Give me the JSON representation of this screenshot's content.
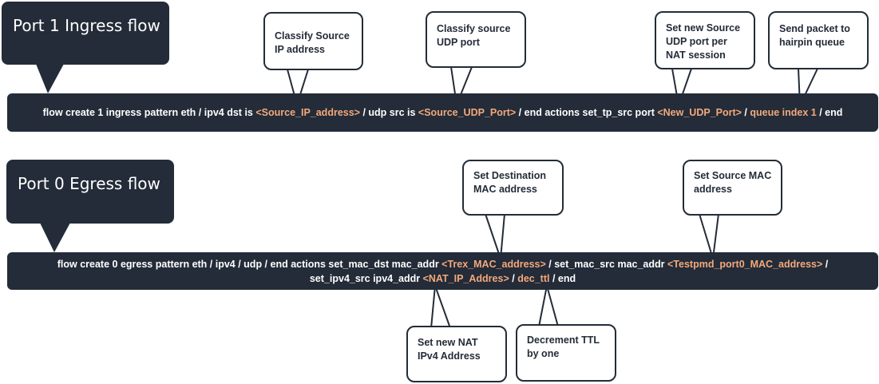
{
  "ingress": {
    "title": "Port 1 Ingress flow",
    "command": {
      "segments": [
        {
          "text": "flow create 1  ingress pattern eth / ipv4 dst is ",
          "highlight": false
        },
        {
          "text": "<Source_IP_address>",
          "highlight": true
        },
        {
          "text": " / udp src is ",
          "highlight": false
        },
        {
          "text": "<Source_UDP_Port>",
          "highlight": true
        },
        {
          "text": " / end actions set_tp_src port ",
          "highlight": false
        },
        {
          "text": "<New_UDP_Port>",
          "highlight": true
        },
        {
          "text": "  / ",
          "highlight": false
        },
        {
          "text": "queue index 1",
          "highlight": true
        },
        {
          "text": " / end",
          "highlight": false
        }
      ]
    },
    "callouts": [
      {
        "lines": [
          "Classify Source",
          "IP address"
        ]
      },
      {
        "lines": [
          "Classify source",
          "UDP port"
        ]
      },
      {
        "lines": [
          "Set new Source",
          "UDP port per",
          "NAT session"
        ]
      },
      {
        "lines": [
          "Send packet to",
          "hairpin queue"
        ]
      }
    ]
  },
  "egress": {
    "title": "Port 0 Egress flow",
    "command": {
      "line1": [
        {
          "text": "flow create 0 egress pattern eth / ipv4 / udp / end actions set_mac_dst mac_addr ",
          "highlight": false
        },
        {
          "text": "<Trex_MAC_address>",
          "highlight": true
        },
        {
          "text": " / set_mac_src mac_addr ",
          "highlight": false
        },
        {
          "text": "<Testpmd_port0_MAC_address>",
          "highlight": true
        },
        {
          "text": "  /",
          "highlight": false
        }
      ],
      "line2": [
        {
          "text": "set_ipv4_src ipv4_addr ",
          "highlight": false
        },
        {
          "text": "<NAT_IP_Addres>",
          "highlight": true
        },
        {
          "text": " / ",
          "highlight": false
        },
        {
          "text": "dec_ttl",
          "highlight": true
        },
        {
          "text": " / end",
          "highlight": false
        }
      ]
    },
    "callouts": [
      {
        "lines": [
          "Set Destination",
          "MAC address"
        ]
      },
      {
        "lines": [
          "Set Source MAC",
          "address"
        ]
      },
      {
        "lines": [
          "Set new NAT",
          "IPv4 Address"
        ]
      },
      {
        "lines": [
          "Decrement TTL",
          "by one"
        ]
      }
    ]
  },
  "colors": {
    "bar_background": "#232c38",
    "highlight_text": "#f4a87c",
    "callout_border": "#232c38"
  }
}
